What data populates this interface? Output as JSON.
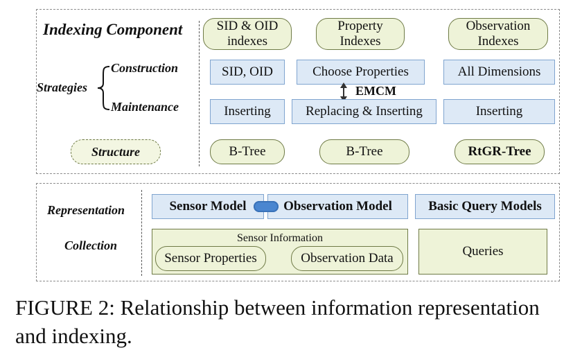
{
  "indexing": {
    "title": "Indexing Component",
    "strategies_label": "Strategies",
    "construction_label": "Construction",
    "maintenance_label": "Maintenance",
    "structure_label": "Structure",
    "columns": [
      {
        "header": [
          "SID & OID",
          "indexes"
        ],
        "construction": "SID, OID",
        "maintenance": "Inserting",
        "structure": "B-Tree"
      },
      {
        "header": [
          "Property",
          "Indexes"
        ],
        "construction": "Choose Properties",
        "maintenance": "Replacing & Inserting",
        "structure": "B-Tree"
      },
      {
        "header": [
          "Observation",
          "Indexes"
        ],
        "construction": "All Dimensions",
        "maintenance": "Inserting",
        "structure": "RtGR-Tree"
      }
    ],
    "emcm_label": "EMCM"
  },
  "information": {
    "representation_label": "Representation",
    "collection_label": "Collection",
    "sensor_model": "Sensor Model",
    "observation_model": "Observation Model",
    "basic_query_models": "Basic Query Models",
    "sensor_information": "Sensor Information",
    "sensor_properties": "Sensor Properties",
    "observation_data": "Observation Data",
    "queries": "Queries"
  },
  "caption": {
    "line1": "FIGURE 2: Relationship between information representation",
    "line2": "and indexing."
  },
  "colors": {
    "green_fill": "#eef3d8",
    "green_border": "#6e7a45",
    "blue_fill": "#dde9f6",
    "blue_border": "#7fa4cf",
    "connector": "#4a86d0"
  }
}
